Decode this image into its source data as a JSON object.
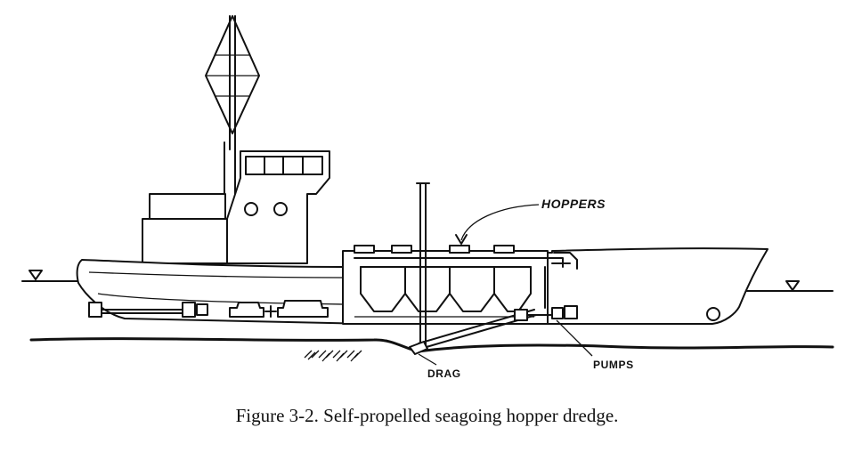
{
  "labels": {
    "hoppers": "HOPPERS",
    "drag": "DRAG",
    "pumps": "PUMPS"
  },
  "caption": "Figure 3-2.  Self-propelled seagoing hopper dredge.",
  "colors": {
    "ink": "#111111",
    "background": "#ffffff"
  }
}
